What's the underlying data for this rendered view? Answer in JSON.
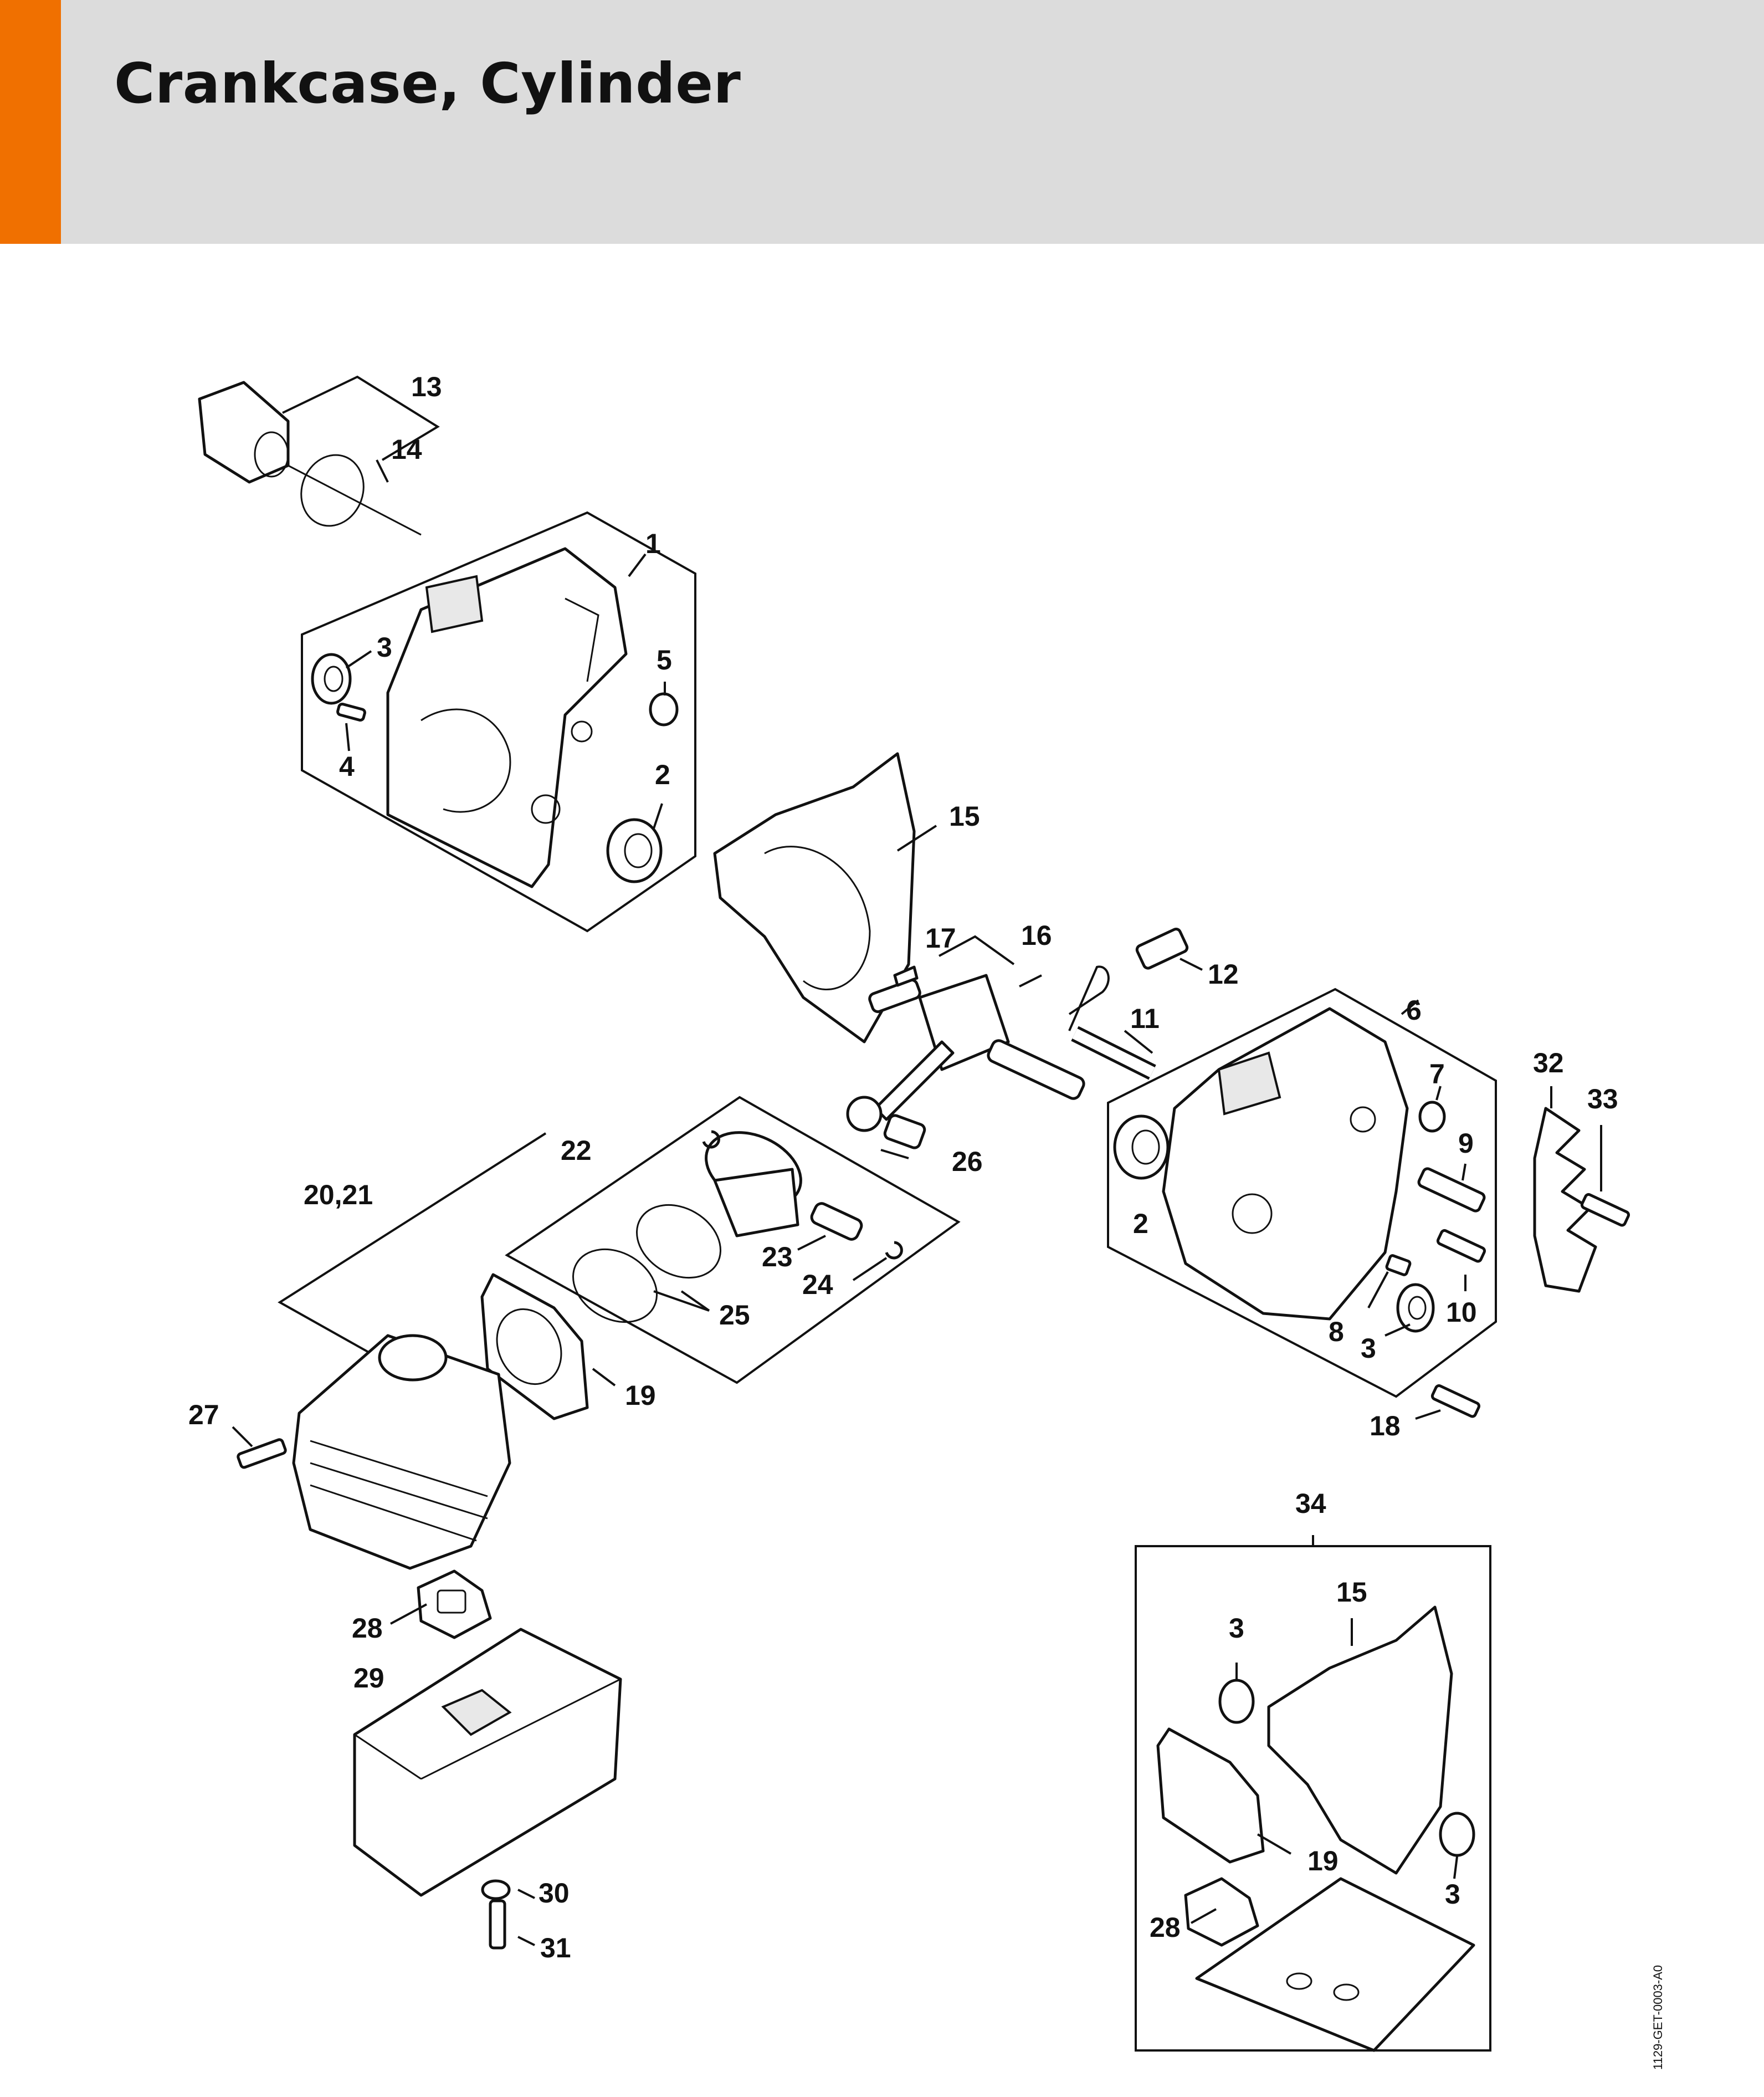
{
  "page": {
    "title": "Crankcase, Cylinder",
    "accent_color": "#f07000",
    "header_color": "#dcdcdc",
    "reference_code": "1129-GET-0003-A0"
  },
  "callouts": {
    "c1": "1",
    "c2a": "2",
    "c2b": "2",
    "c3a": "3",
    "c3b": "3",
    "c3c": "3",
    "c3d": "3",
    "c4": "4",
    "c5": "5",
    "c6": "6",
    "c7": "7",
    "c8": "8",
    "c9": "9",
    "c10": "10",
    "c11": "11",
    "c12": "12",
    "c13": "13",
    "c14": "14",
    "c15a": "15",
    "c15b": "15",
    "c16": "16",
    "c17": "17",
    "c18": "18",
    "c19a": "19",
    "c19b": "19",
    "c2021": "20,21",
    "c22": "22",
    "c23": "23",
    "c24": "24",
    "c25": "25",
    "c26": "26",
    "c27": "27",
    "c28a": "28",
    "c28b": "28",
    "c29": "29",
    "c30": "30",
    "c31": "31",
    "c32": "32",
    "c33": "33",
    "c34": "34"
  }
}
